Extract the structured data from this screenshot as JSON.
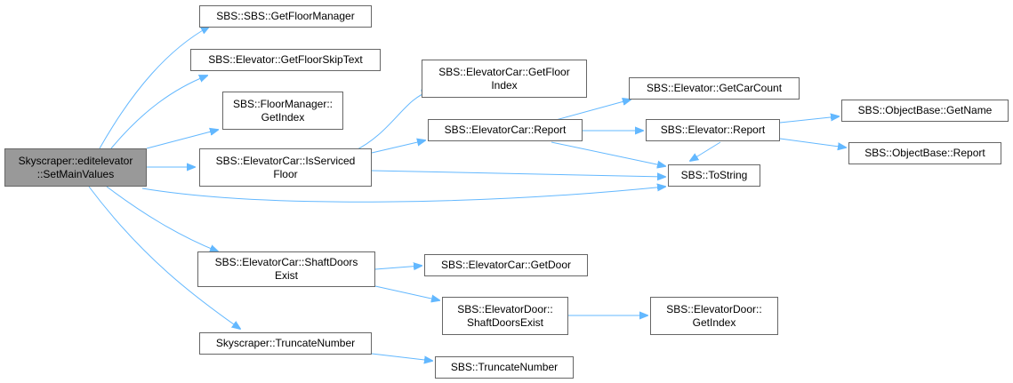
{
  "colors": {
    "edge": "#63b8ff",
    "node_border": "#666666",
    "root_fill": "#999999",
    "node_fill": "#ffffff"
  },
  "nodes": {
    "root": "Skyscraper::editelevator\n::SetMainValues",
    "get_floor_manager": "SBS::SBS::GetFloorManager",
    "get_floor_skip_text": "SBS::Elevator::GetFloorSkipText",
    "floor_manager_get_index": "SBS::FloorManager::\nGetIndex",
    "is_serviced_floor": "SBS::ElevatorCar::IsServiced\nFloor",
    "shaft_doors_exist_car": "SBS::ElevatorCar::ShaftDoors\nExist",
    "truncate_number_sky": "Skyscraper::TruncateNumber",
    "get_floor_index": "SBS::ElevatorCar::GetFloor\nIndex",
    "car_report": "SBS::ElevatorCar::Report",
    "get_door": "SBS::ElevatorCar::GetDoor",
    "door_shaft_doors_exist": "SBS::ElevatorDoor::\nShaftDoorsExist",
    "truncate_number_sbs": "SBS::TruncateNumber",
    "get_car_count": "SBS::Elevator::GetCarCount",
    "elevator_report": "SBS::Elevator::Report",
    "to_string": "SBS::ToString",
    "door_get_index": "SBS::ElevatorDoor::\nGetIndex",
    "get_name": "SBS::ObjectBase::GetName",
    "objectbase_report": "SBS::ObjectBase::Report"
  }
}
